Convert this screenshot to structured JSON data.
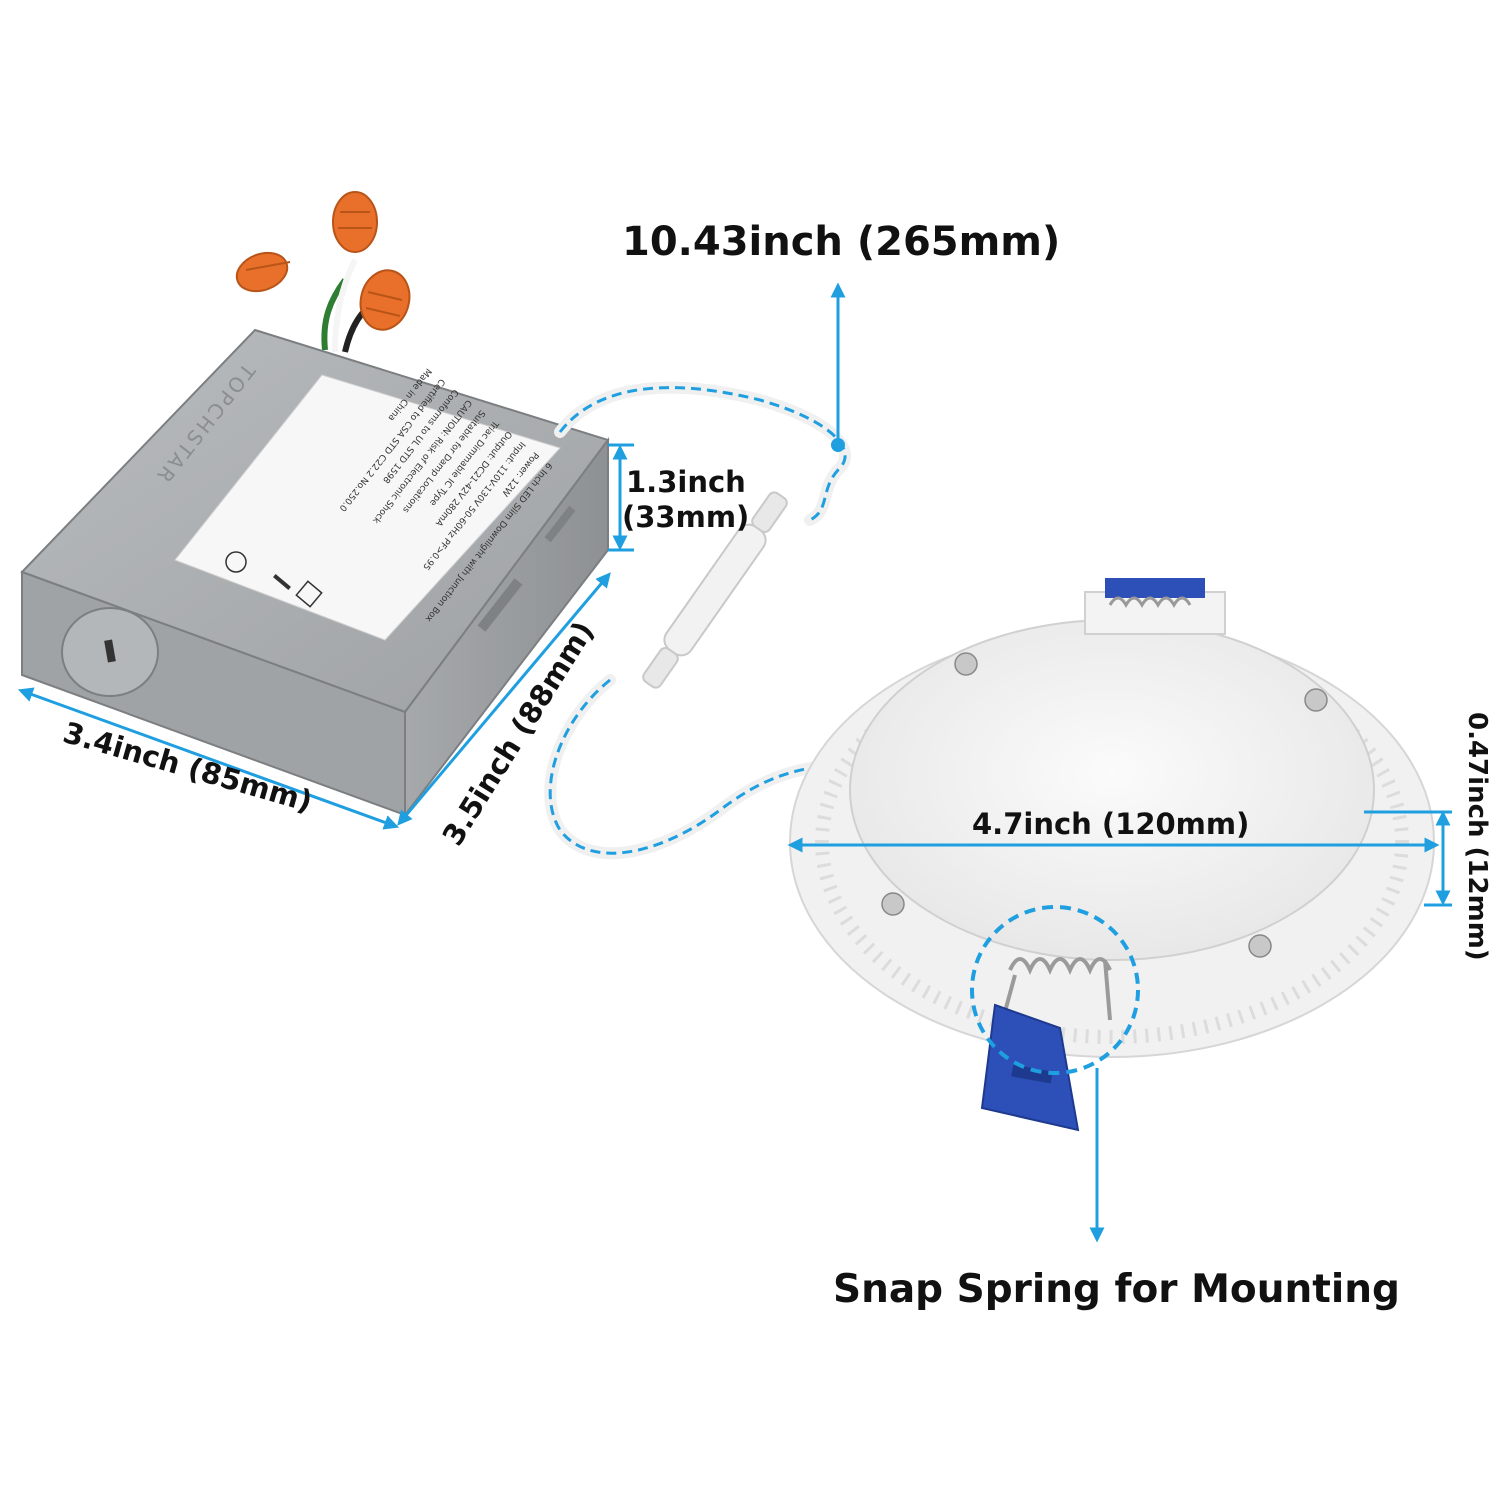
{
  "colors": {
    "accent": "#1f9fe0",
    "wire_nut": "#e8702a",
    "clip": "#2d4fb8",
    "box_metal": "#a9acae",
    "fixture": "#f3f3f3"
  },
  "dimensions": {
    "total_cable": "10.43inch (265mm)",
    "box_height_line1": "1.3inch",
    "box_height_line2": "(33mm)",
    "box_length": "3.5inch (88mm)",
    "box_width": "3.4inch (85mm)",
    "fixture_diameter": "4.7inch (120mm)",
    "fixture_thickness": "0.47inch (12mm)"
  },
  "callout": {
    "label": "Snap Spring for Mounting"
  },
  "box_label": {
    "brand": "TOPCHSTAR",
    "lines": [
      "6 Inch LED Slim Downlight with Junction Box",
      "Power: 12W",
      "Input: 110V-130V 50-60Hz PF>0.95",
      "Output: DC21-42V 280mA",
      "Triac Dimmable IC Type",
      "Suitable for Damp Locations",
      "CAUTION: Risk of Electronic Shock",
      "Conforms to UL STD 1598",
      "Certified to CSA STD C22.2 No.250.0",
      "Made in China"
    ]
  }
}
